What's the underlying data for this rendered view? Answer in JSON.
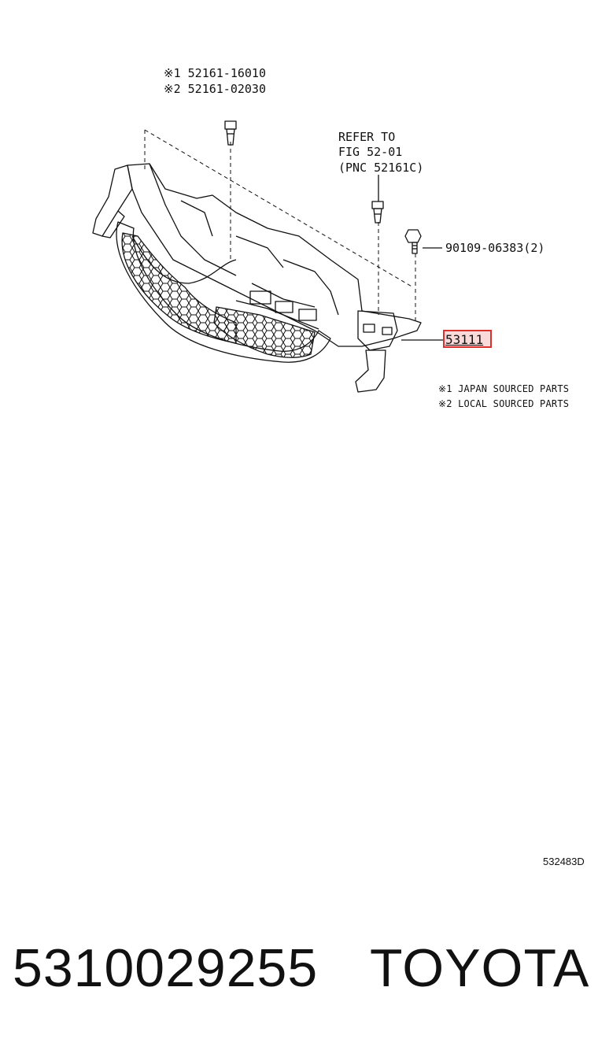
{
  "callouts": {
    "clip_line1": "※1 52161-16010",
    "clip_line2": "※2 52161-02030",
    "refer_line1": "REFER TO",
    "refer_line2": "FIG 52-01",
    "refer_line3": "(PNC 52161C)",
    "bolt": "90109-06383(2)",
    "part": "53111"
  },
  "notes": {
    "note1": "※1 JAPAN SOURCED PARTS",
    "note2": "※2 LOCAL SOURCED PARTS"
  },
  "figure_id": "532483D",
  "footer": {
    "part_number": "5310029255",
    "brand": "TOYOTA"
  },
  "colors": {
    "highlight_border": "#d93030",
    "highlight_fill": "rgba(230,80,80,0.22)",
    "line": "#111111"
  }
}
